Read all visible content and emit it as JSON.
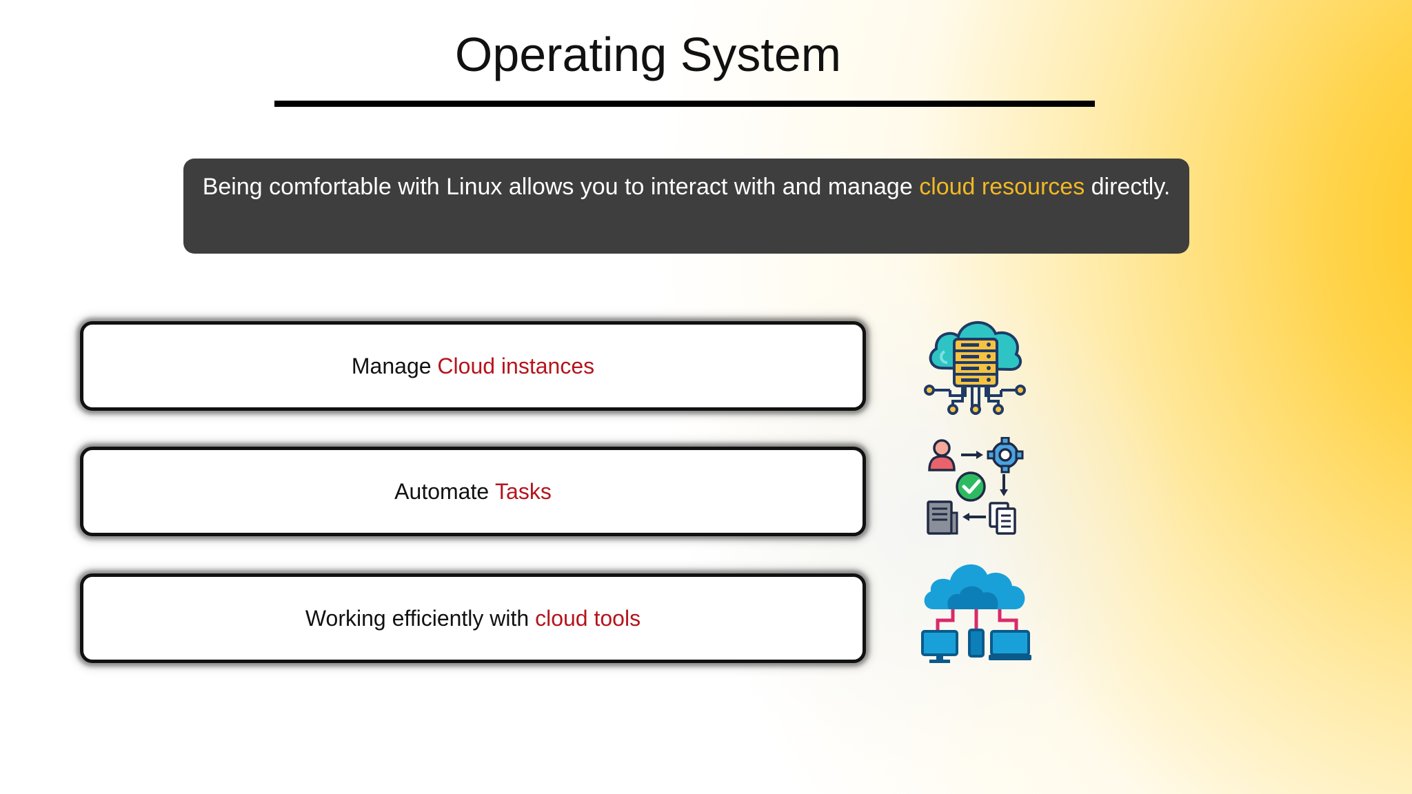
{
  "slide": {
    "title": "Operating System",
    "banner": {
      "text_before": "Being comfortable with Linux allows you to interact with and manage ",
      "highlight": "cloud resources",
      "text_after": " directly."
    },
    "items": [
      {
        "text": "Manage ",
        "accent": "Cloud instances",
        "icon": "cloud-server-network-icon"
      },
      {
        "text": "Automate ",
        "accent": "Tasks",
        "icon": "automation-workflow-icon"
      },
      {
        "text": "Working efficiently with ",
        "accent": "cloud tools",
        "icon": "cloud-computers-icon"
      }
    ]
  },
  "colors": {
    "banner_bg": "#3e3e3e",
    "banner_highlight": "#f2b824",
    "accent_red": "#b5141c",
    "gradient_yellow": "#ffc414"
  }
}
